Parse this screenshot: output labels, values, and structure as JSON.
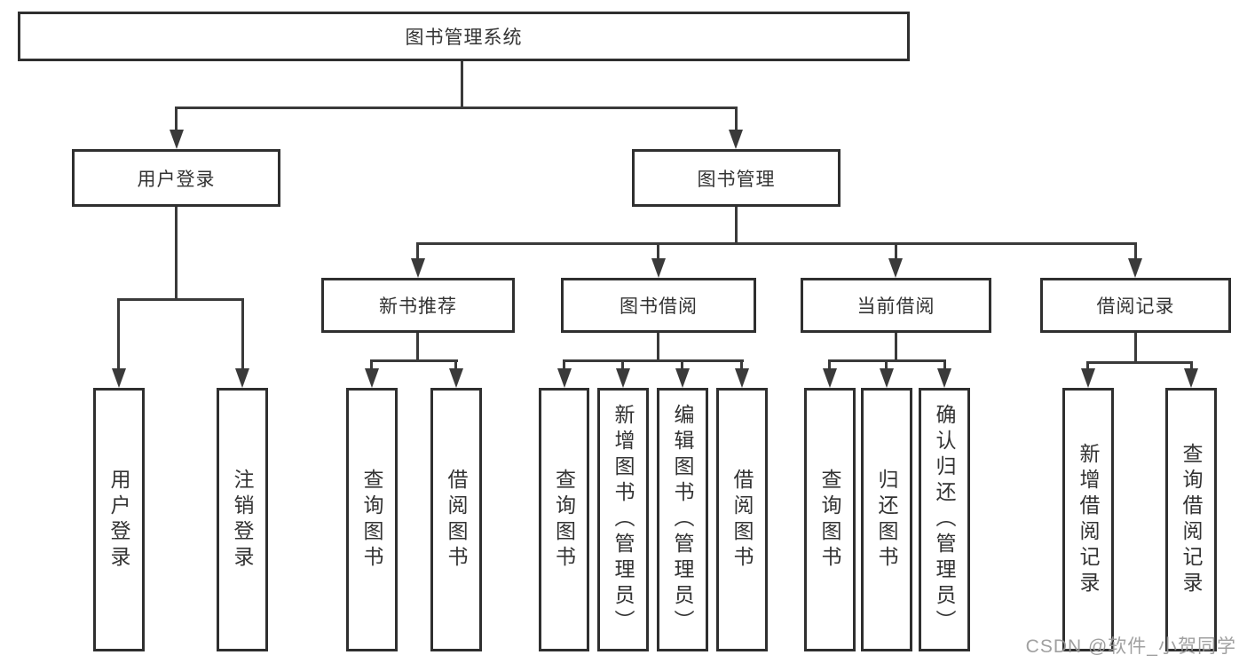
{
  "diagram": {
    "root": "图书管理系统",
    "branches": [
      {
        "label": "用户登录",
        "children": [
          {
            "label": "用户登录"
          },
          {
            "label": "注销登录"
          }
        ]
      },
      {
        "label": "图书管理",
        "children": [
          {
            "label": "新书推荐",
            "children": [
              {
                "label": "查询图书"
              },
              {
                "label": "借阅图书"
              }
            ]
          },
          {
            "label": "图书借阅",
            "children": [
              {
                "label": "查询图书"
              },
              {
                "label": "新增图书（管理员）"
              },
              {
                "label": "编辑图书（管理员）"
              },
              {
                "label": "借阅图书"
              }
            ]
          },
          {
            "label": "当前借阅",
            "children": [
              {
                "label": "查询图书"
              },
              {
                "label": "归还图书"
              },
              {
                "label": "确认归还（管理员）"
              }
            ]
          },
          {
            "label": "借阅记录",
            "children": [
              {
                "label": "新增借阅记录"
              },
              {
                "label": "查询借阅记录"
              }
            ]
          }
        ]
      }
    ]
  },
  "watermark": {
    "text": "CSDN @软件_小贺同学"
  },
  "colors": {
    "line": "#3a3a3a",
    "border": "#2f2f2f",
    "text": "#333333",
    "watermark": "#989898",
    "background": "#ffffff"
  }
}
